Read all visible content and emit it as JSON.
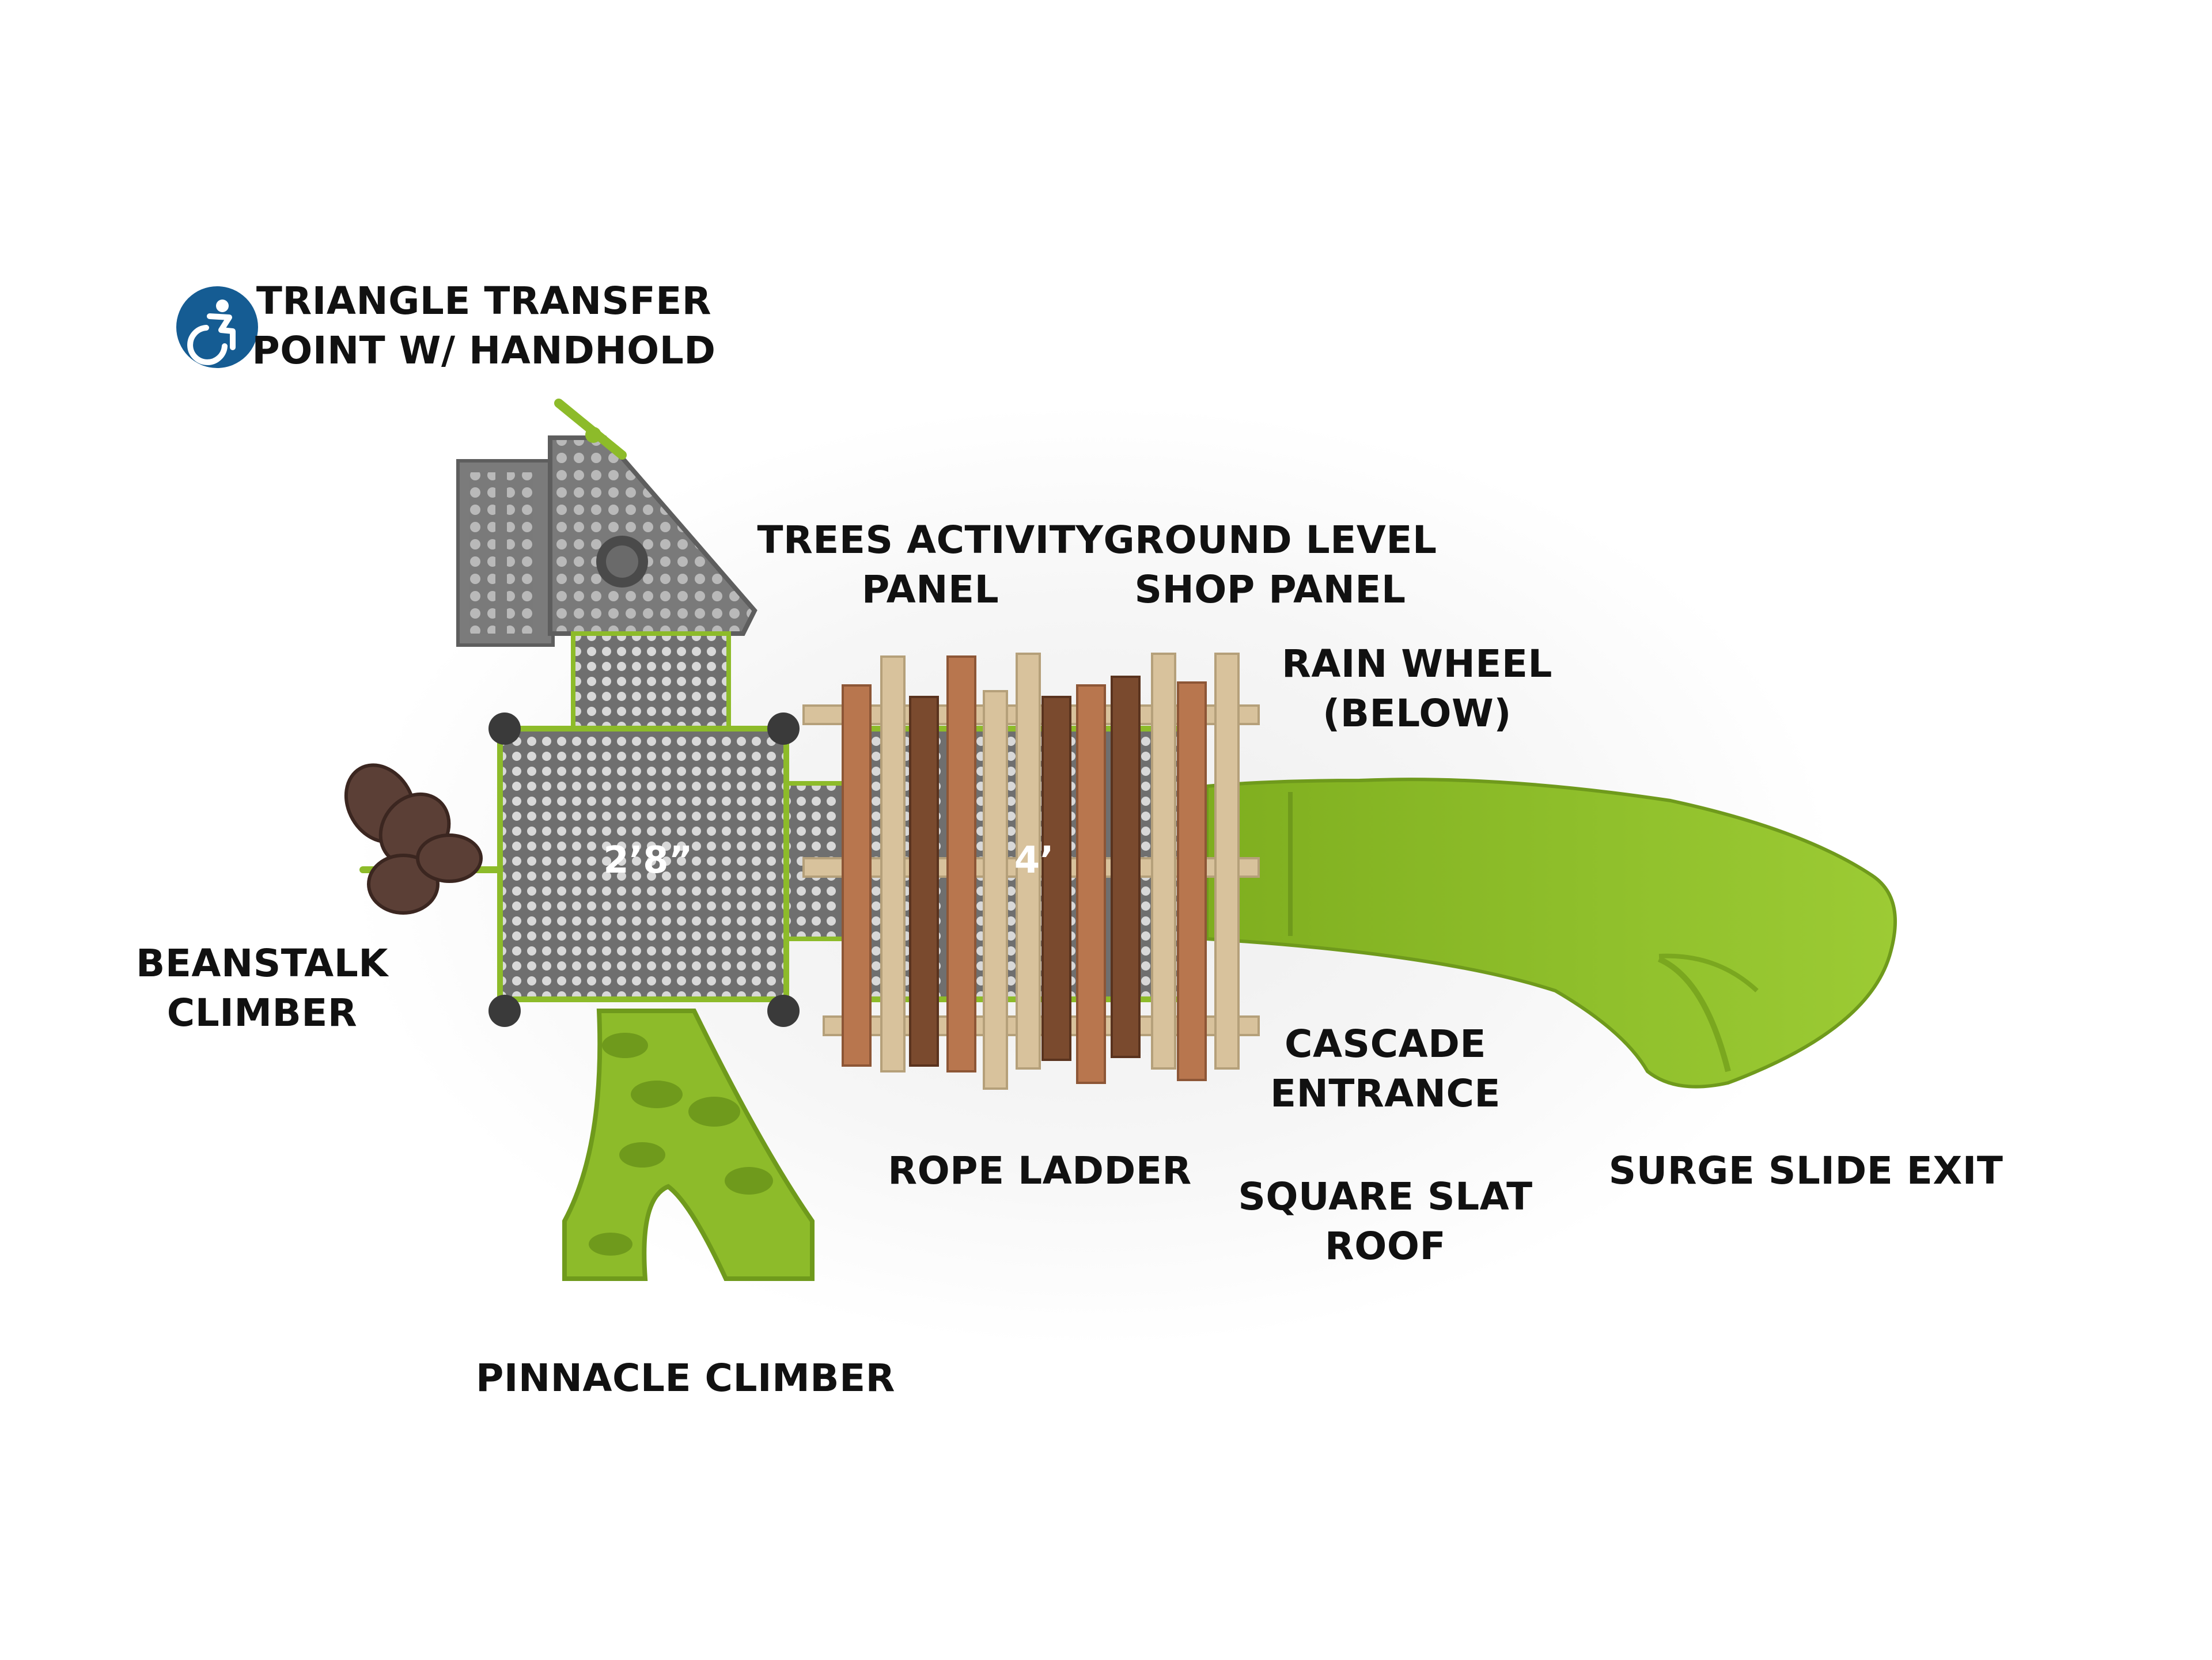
{
  "colors": {
    "lime": "#8dbb2a",
    "deck_gray": "#7d7d7d",
    "roof_brown": "#7a4a2e",
    "roof_tan": "#d8c29c",
    "roof_rust": "#b8764e",
    "accessibility_blue": "#155c93"
  },
  "icons": {
    "accessibility": "accessibility-icon"
  },
  "labels": {
    "transfer": [
      "TRIANGLE TRANSFER",
      "POINT W/ HANDHOLD"
    ],
    "trees": [
      "TREES ACTIVITY",
      "PANEL"
    ],
    "ground": [
      "GROUND LEVEL",
      "SHOP PANEL"
    ],
    "rain": [
      "RAIN WHEEL",
      "(BELOW)"
    ],
    "beanstalk": [
      "BEANSTALK",
      "CLIMBER"
    ],
    "cascade": [
      "CASCADE",
      "ENTRANCE"
    ],
    "rope": "ROPE LADDER",
    "surge": "SURGE SLIDE EXIT",
    "roof": [
      "SQUARE SLAT",
      "ROOF"
    ],
    "pinnacle": "PINNACLE CLIMBER"
  },
  "dimensions": {
    "deck_small": "2’8”",
    "deck_large": "4’"
  }
}
